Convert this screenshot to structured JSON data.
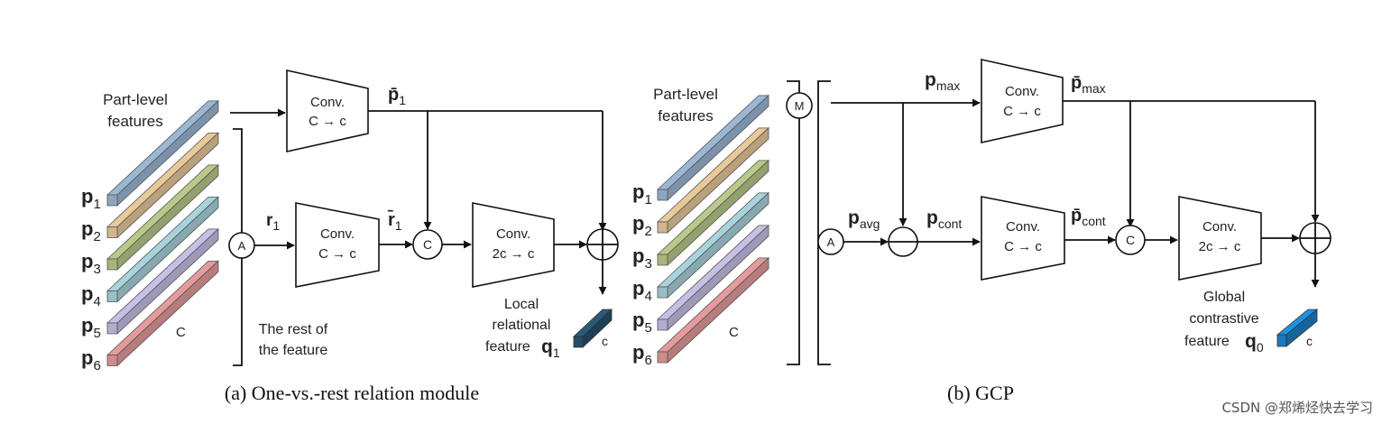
{
  "panel_a": {
    "caption": "(a) One-vs.-rest relation module",
    "features_label_1": "Part-level",
    "features_label_2": "features",
    "parts": [
      "p",
      "p",
      "p",
      "p",
      "p",
      "p"
    ],
    "part_subs": [
      "1",
      "2",
      "3",
      "4",
      "5",
      "6"
    ],
    "channel_label": "C",
    "op_a": "A",
    "op_c": "C",
    "r_label": "r",
    "r_sub": "1",
    "rbar_label": "r̄",
    "rbar_sub": "1",
    "pbar_label": "p̄",
    "pbar_sub": "1",
    "conv1_line1": "Conv.",
    "conv1_line2": "C → c",
    "conv2_line1": "Conv.",
    "conv2_line2": "C → c",
    "conv3_line1": "Conv.",
    "conv3_line2": "2c → c",
    "rest_line1": "The rest of",
    "rest_line2": "the feature",
    "out_line1": "Local",
    "out_line2": "relational",
    "out_line3": "feature",
    "out_q": "q",
    "out_q_sub": "1",
    "out_c": "c",
    "out_color": "#2b5a78"
  },
  "panel_b": {
    "caption": "(b) GCP",
    "features_label_1": "Part-level",
    "features_label_2": "features",
    "parts": [
      "p",
      "p",
      "p",
      "p",
      "p",
      "p"
    ],
    "part_subs": [
      "1",
      "2",
      "3",
      "4",
      "5",
      "6"
    ],
    "channel_label": "C",
    "op_m": "M",
    "op_a": "A",
    "op_c": "C",
    "pmax_label": "p",
    "pmax_sub": "max",
    "pavg_label": "p",
    "pavg_sub": "avg",
    "pcont_label": "p",
    "pcont_sub": "cont",
    "pbarmax_label": "p̄",
    "pbarmax_sub": "max",
    "pbarcont_label": "p̄",
    "pbarcont_sub": "cont",
    "conv1_line1": "Conv.",
    "conv1_line2": "C → c",
    "conv2_line1": "Conv.",
    "conv2_line2": "C → c",
    "conv3_line1": "Conv.",
    "conv3_line2": "2c → c",
    "out_line1": "Global",
    "out_line2": "contrastive",
    "out_line3": "feature",
    "out_q": "q",
    "out_q_sub": "0",
    "out_c": "c",
    "out_color": "#1e90e0"
  },
  "bar_colors": [
    "#9bb7d4",
    "#e8c99a",
    "#b9c98a",
    "#a9d3dc",
    "#c6bfe6",
    "#e59b9b"
  ],
  "watermark": "CSDN @郑烯烃快去学习"
}
